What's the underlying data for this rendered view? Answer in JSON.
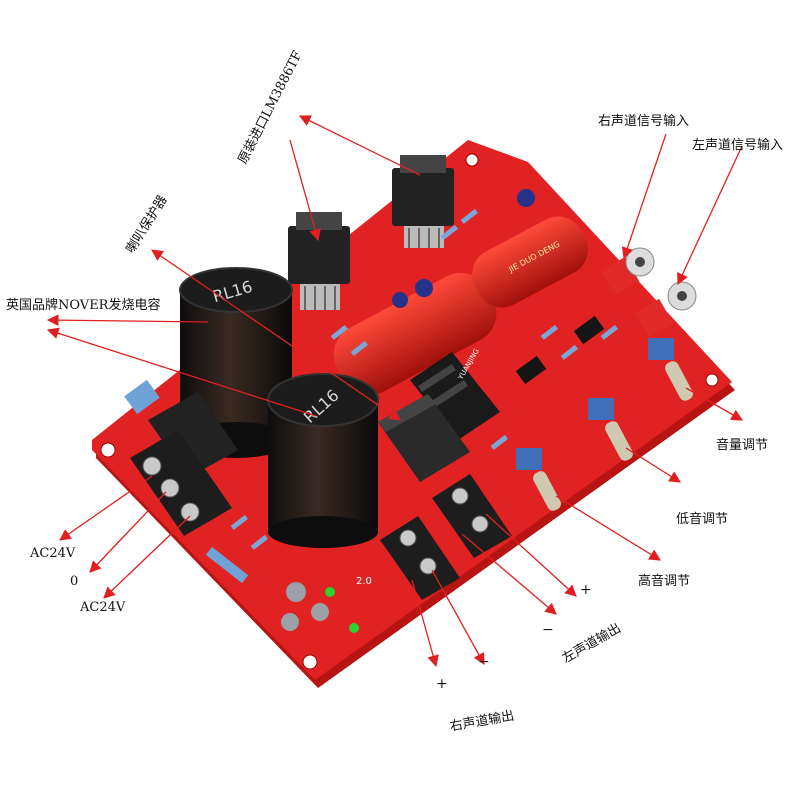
{
  "labels": {
    "lm3886": "原装进口LM3886TF",
    "speaker_protector": "喇叭保护器",
    "capacitor": "英国品牌NOVER发烧电容",
    "right_input": "右声道信号输入",
    "left_input": "左声道信号输入",
    "volume": "音量调节",
    "bass": "低音调节",
    "treble": "高音调节",
    "ac24v_top": "AC24V",
    "zero": "0",
    "ac24v_bottom": "AC24V",
    "right_output": "右声道输出",
    "left_output": "左声道输出",
    "plus_right": "+",
    "minus_right": "−",
    "plus_left": "+",
    "minus_left": "−"
  },
  "board_text": {
    "cap1": "RL16",
    "cap2": "RL16",
    "film_cap": "JIE DUO DENG",
    "brand": "YUANJING",
    "volt_badge": "2.0"
  },
  "colors": {
    "board": "#d81e1e",
    "arrow": "#e02020",
    "cap_body": "#1a1a1a"
  }
}
